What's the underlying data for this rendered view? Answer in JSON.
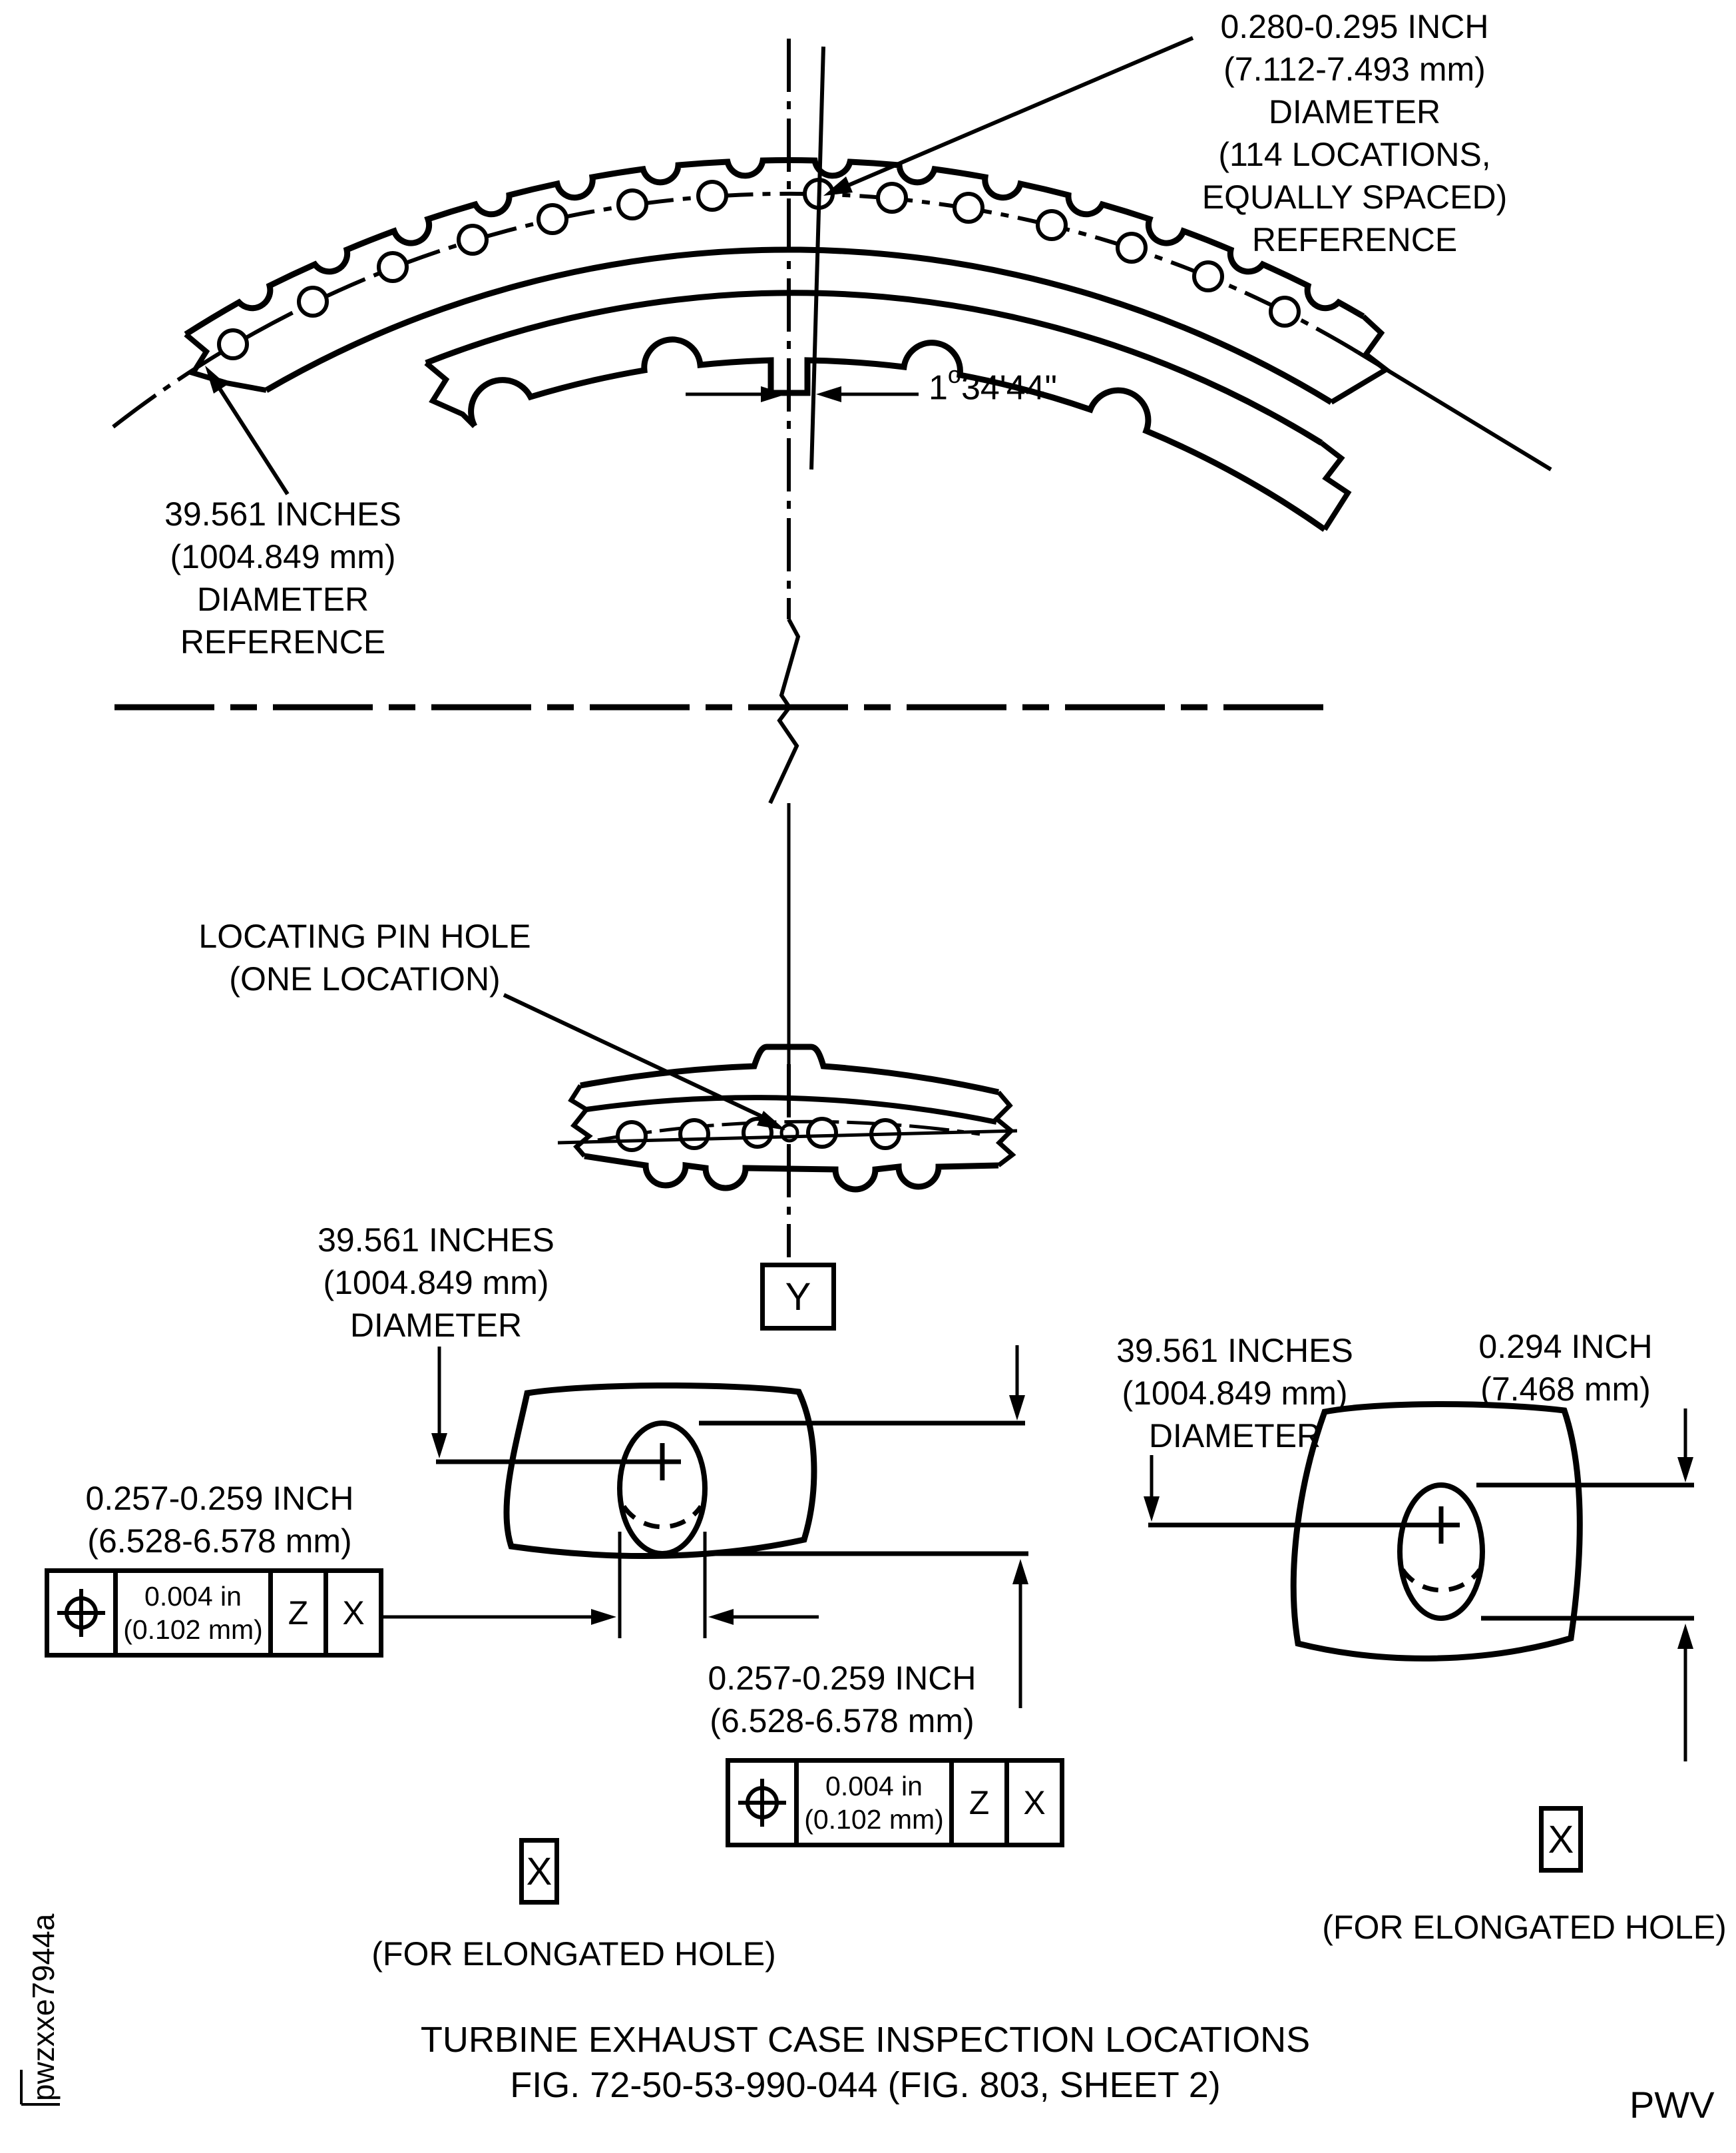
{
  "sheet": {
    "background": "#ffffff",
    "line_color": "#000000"
  },
  "labels": {
    "hole_dia_note": {
      "l1": "0.280-0.295 INCH",
      "l2": "(7.112-7.493 mm)",
      "l3": "DIAMETER",
      "l4": "(114 LOCATIONS,",
      "l5": "EQUALLY SPACED)",
      "l6": "REFERENCE"
    },
    "angle_dim": {
      "whole": "1",
      "degree": "o",
      "minutes": "34'44\""
    },
    "diameter_ref_note": {
      "l1": "39.561 INCHES",
      "l2": "(1004.849 mm)",
      "l3": "DIAMETER",
      "l4": "REFERENCE"
    },
    "locating_pin_note": {
      "l1": "LOCATING PIN HOLE",
      "l2": "(ONE LOCATION)"
    },
    "diameter_note": {
      "l1": "39.561 INCHES",
      "l2": "(1004.849 mm)",
      "l3": "DIAMETER"
    },
    "slot_width_note": {
      "l1": "0.257-0.259 INCH",
      "l2": "(6.528-6.578 mm)"
    },
    "slot_length_note": {
      "l1": "0.294 INCH",
      "l2": "(7.468 mm)"
    },
    "elongated_hole_note": "(FOR ELONGATED HOLE)",
    "datum_y": "Y",
    "datum_x": "X"
  },
  "fcf": {
    "tolerance_in": "0.004 in",
    "tolerance_mm": "(0.102 mm)",
    "datum_primary": "Z",
    "datum_secondary": "X"
  },
  "title": {
    "line1": "TURBINE EXHAUST CASE INSPECTION LOCATIONS",
    "line2": "FIG. 72-50-53-990-044 (FIG. 803, SHEET 2)"
  },
  "codes": {
    "doc_id": "pwzxxe7944a",
    "brand": "PWV"
  }
}
